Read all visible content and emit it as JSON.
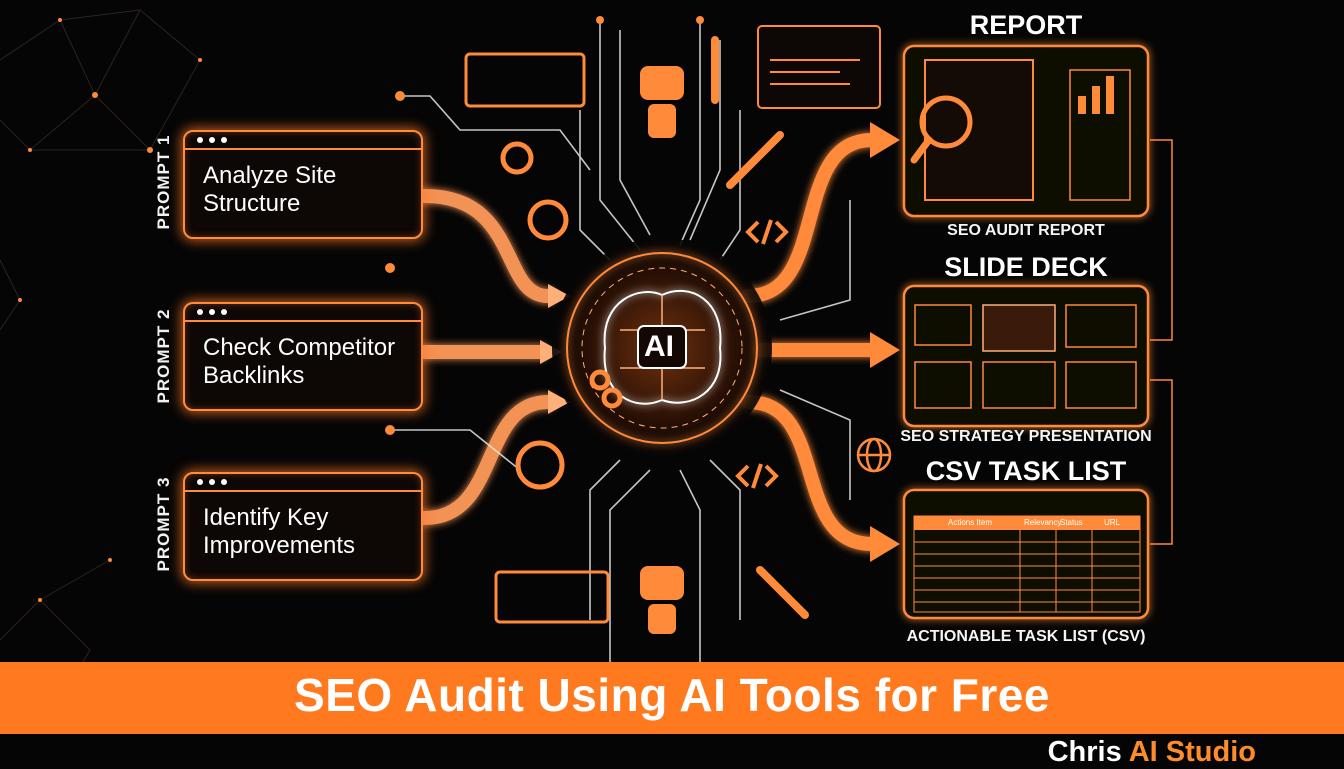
{
  "prompts": [
    {
      "label": "PROMPT 1",
      "lines": [
        "Analyze Site",
        "Structure"
      ]
    },
    {
      "label": "PROMPT 2",
      "lines": [
        "Check Competitor",
        "Backlinks"
      ]
    },
    {
      "label": "PROMPT 3",
      "lines": [
        "Identify Key",
        "Improvements"
      ]
    }
  ],
  "center": {
    "label": "AI"
  },
  "outputs": [
    {
      "title": "REPORT",
      "caption": "SEO AUDIT REPORT"
    },
    {
      "title": "SLIDE DECK",
      "caption": "SEO STRATEGY PRESENTATION"
    },
    {
      "title": "CSV TASK LIST",
      "caption": "ACTIONABLE TASK LIST (CSV)"
    }
  ],
  "csv_table": {
    "headers": [
      "Actions Item",
      "Relevancy",
      "Status",
      "URL"
    ]
  },
  "banner": {
    "title": "SEO Audit Using AI Tools for Free"
  },
  "footer": {
    "name_part": "Chris",
    "brand_part": "AI Studio"
  },
  "colors": {
    "accent": "#ff7a1f",
    "glow": "#ff8c3a",
    "background": "#050505"
  }
}
